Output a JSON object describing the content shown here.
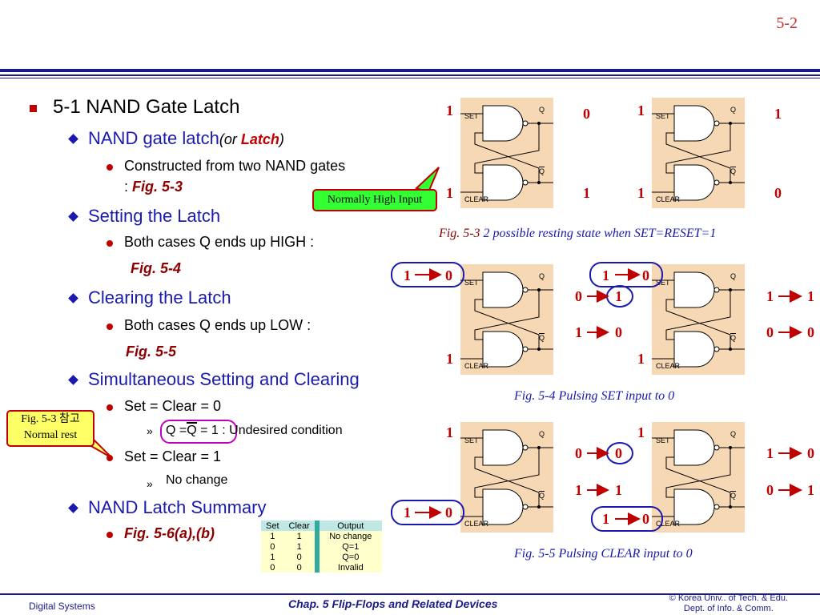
{
  "page_number": "5-2",
  "main": {
    "title": "5-1  NAND Gate Latch",
    "s1": {
      "label": "NAND gate latch",
      "paren_open": "(or ",
      "paren_word": "Latch",
      "paren_close": ")",
      "b1_line1": "Constructed from two NAND gates",
      "b1_line2_prefix": ": ",
      "b1_fig": "Fig. 5-3"
    },
    "s2": {
      "label": "Setting the Latch",
      "b1": "Both cases Q ends up HIGH :",
      "fig": "Fig. 5-4"
    },
    "s3": {
      "label": "Clearing the Latch",
      "b1": "Both cases Q ends up LOW :",
      "fig": "Fig. 5-5"
    },
    "s4": {
      "label": "Simultaneous Setting and Clearing",
      "b1": "Set = Clear = 0",
      "b1_sub_q": "Q =",
      "b1_sub_qbar": "Q",
      "b1_sub_eq": "= 1",
      "b1_sub_rest": " : Undesired condition",
      "b2": "Set = Clear = 1",
      "b2_sub": "No change"
    },
    "s5": {
      "label": "NAND Latch Summary",
      "fig": "Fig. 5-6(a),(b)"
    },
    "sub_marker": "»"
  },
  "table": {
    "headers": [
      "Set",
      "Clear",
      "Output"
    ],
    "rows": [
      [
        "1",
        "1",
        "No change"
      ],
      [
        "0",
        "1",
        "Q=1"
      ],
      [
        "1",
        "0",
        "Q=0"
      ],
      [
        "0",
        "0",
        "Invalid"
      ]
    ]
  },
  "circuit_labels": {
    "set": "SET",
    "clear": "CLEAR",
    "q": "Q",
    "qbar": "Q"
  },
  "callouts": {
    "normally_high": "Normally High Input",
    "fig53_line1": "Fig. 5-3 참고",
    "fig53_line2": "Normal rest"
  },
  "captions": {
    "fig53_num": "Fig. 5-3",
    "fig53_text": " 2 possible resting state when SET=RESET=1",
    "fig54": "Fig. 5-4  Pulsing SET input to 0",
    "fig55": "Fig. 5-5   Pulsing CLEAR input to 0"
  },
  "values": {
    "r1_left_set": "1",
    "r1_left_q": "0",
    "r1_left_clear": "1",
    "r1_left_qbar": "1",
    "r1_right_set": "1",
    "r1_right_q": "1",
    "r1_right_clear": "1",
    "r1_right_qbar": "0",
    "r2_left_set_from": "1",
    "r2_left_set_to": "0",
    "r2_left_clear": "1",
    "r2_mid_set_from": "1",
    "r2_mid_set_to": "0",
    "r2_left_q_from": "0",
    "r2_left_q_to": "1",
    "r2_left_qbar_from": "1",
    "r2_left_qbar_to": "0",
    "r2_mid_clear": "1",
    "r2_right_q_from": "1",
    "r2_right_q_to": "1",
    "r2_right_qbar_from": "0",
    "r2_right_qbar_to": "0",
    "r3_left_set": "1",
    "r3_right_set": "1",
    "r3_left_q_from": "0",
    "r3_left_q_to": "0",
    "r3_left_qbar_from": "1",
    "r3_left_qbar_to": "1",
    "r3_right_q_from": "1",
    "r3_right_q_to": "0",
    "r3_right_qbar_from": "0",
    "r3_right_qbar_to": "1",
    "r3_left_clear_from": "1",
    "r3_left_clear_to": "0",
    "r3_mid_clear_from": "1",
    "r3_mid_clear_to": "0"
  },
  "footer": {
    "left": "Digital Systems",
    "center": "Chap. 5  Flip-Flops and Related Devices",
    "right_line1": "© Korea Univ.. of Tech. & Edu.",
    "right_line2": "Dept. of Info. & Comm."
  },
  "colors": {
    "accent_red": "#c00000",
    "accent_blue": "#1a1ab0",
    "circuit_bg": "#f6d9b4",
    "table_header": "#bfe8e4",
    "table_row": "#ffffcc",
    "callout_green": "#33ff33",
    "callout_yellow": "#ffff66"
  }
}
